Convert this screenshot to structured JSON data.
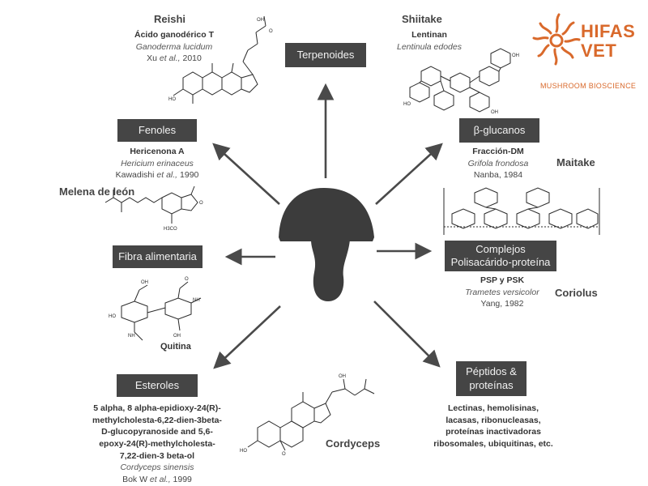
{
  "logo": {
    "line1": "HIFAS",
    "line2": "VET",
    "subtitle": "MUSHROOM BIOSCIENCE",
    "color": "#d9692b"
  },
  "categories": {
    "terpenoides": "Terpenoides",
    "fenoles": "Fenoles",
    "beta_glucanos": "β-glucanos",
    "fibra": "Fibra alimentaria",
    "complejos_line1": "Complejos",
    "complejos_line2": "Polisacárido-proteína",
    "esteroles": "Esteroles",
    "peptidos_line1": "Péptidos &",
    "peptidos_line2": "proteínas"
  },
  "reishi": {
    "name": "Reishi",
    "compound": "Ácido ganodérico T",
    "species": "Ganoderma lucidum",
    "ref_author": "Xu",
    "ref_etal": " et al.,",
    "ref_year": " 2010"
  },
  "shiitake": {
    "name": "Shiitake",
    "compound": "Lentinan",
    "species": "Lentinula edodes"
  },
  "melena": {
    "name": "Melena de león",
    "compound": "Hericenona A",
    "species": "Hericium erinaceus",
    "ref_author": "Kawadishi",
    "ref_etal": " et al.,",
    "ref_year": " 1990"
  },
  "maitake": {
    "name": "Maitake",
    "compound": "Fracción-DM",
    "species": "Grifola frondosa",
    "ref": "Nanba, 1984"
  },
  "quitina": {
    "label": "Quitina"
  },
  "coriolus": {
    "name": "Coriolus",
    "compound": "PSP y PSK",
    "species": "Trametes versicolor",
    "ref": "Yang, 1982"
  },
  "cordyceps": {
    "name": "Cordyceps",
    "compound_lines": [
      "5 alpha, 8 alpha-epidioxy-24(R)-",
      "methylcholesta-6,22-dien-3beta-",
      "D-glucopyranoside and 5,6-",
      "epoxy-24(R)-methylcholesta-",
      "7,22-dien-3 beta-ol"
    ],
    "species": "Cordyceps sinensis",
    "ref_author": "Bok W",
    "ref_etal": " et al.,",
    "ref_year": " 1999"
  },
  "peptidos_info": {
    "lines": [
      "Lectinas, hemolisinas,",
      "lacasas, ribonucleasas,",
      "proteínas inactivadoras",
      "ribosomales, ubiquitinas, etc."
    ]
  },
  "atoms": {
    "oh": "OH",
    "ho": "HO",
    "o": "O",
    "nh": "NH",
    "h3co": "H3CO"
  },
  "colors": {
    "box": "#454545",
    "mushroom": "#3c3c3c",
    "arrow": "#4a4a4a"
  }
}
